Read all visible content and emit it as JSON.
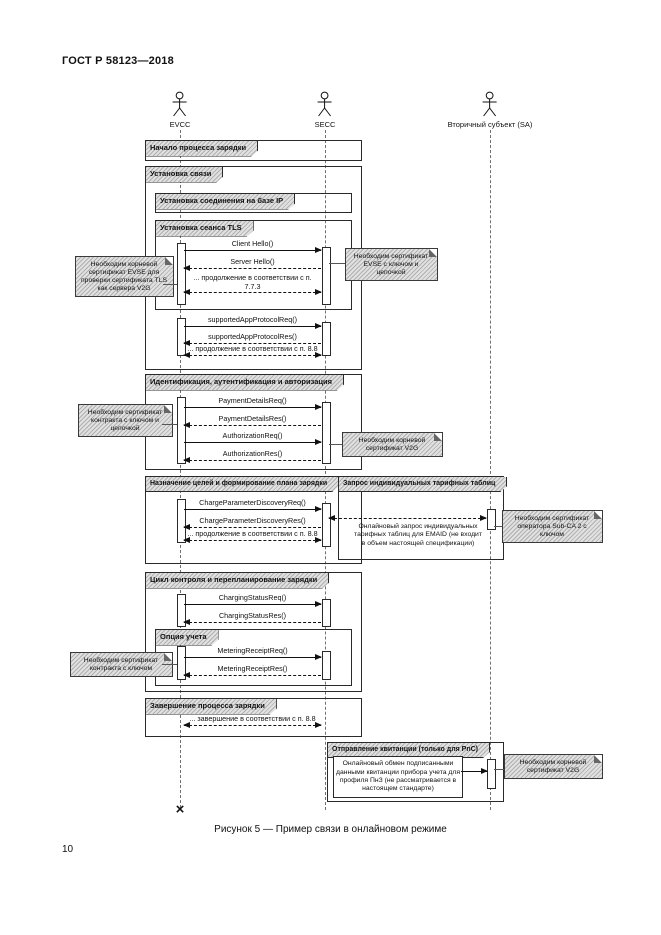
{
  "page": {
    "header": "ГОСТ Р 58123—2018",
    "page_number": "10",
    "caption": "Рисунок 5 — Пример связи в онлайновом режиме"
  },
  "actors": {
    "evcc": "EVCC",
    "secc": "SECC",
    "sa": "Вторичный субъект (SA)"
  },
  "frames": {
    "start": "Начало процесса зарядки",
    "setup": "Установка связи",
    "ip": "Установка соединения на базе IP",
    "tls": "Установка сеанса TLS",
    "auth": "Идентификация, аутентификация и авторизация",
    "target": "Назначение целей и формирование плана зарядки",
    "tariff": "Запрос индивидуальных тарифных таблиц",
    "control": "Цикл контроля и перепланирование зарядки",
    "metering": "Опция учета",
    "finish": "Завершение процесса зарядки",
    "receipt": "Отправление квитанции (только для PnC)"
  },
  "messages": {
    "client_hello": "Client Hello()",
    "server_hello": "Server Hello()",
    "tls_continue": "... продолжение в соответствии с п. 7.7.3",
    "app_req": "supportedAppProtocolReq()",
    "app_res": "supportedAppProtocolRes()",
    "app_continue": "... продолжение в соответствии с п. 8.8",
    "payment_req": "PaymentDetailsReq()",
    "payment_res": "PaymentDetailsRes()",
    "authorization_req": "AuthorizationReq()",
    "authorization_res": "AuthorizationRes()",
    "charge_param_req": "ChargeParameterDiscoveryReq()",
    "charge_param_res": "ChargeParameterDiscoveryRes()",
    "charge_continue": "... продолжение в соответствии с п. 8.8",
    "charging_status_req": "ChargingStatusReq()",
    "charging_status_res": "ChargingStatusRes()",
    "metering_req": "MeteringReceiptReq()",
    "metering_res": "MeteringReceiptRes()",
    "finish_text": "... завершение в соответствии с п. 8.8",
    "tariff_request": "Онлайновый запрос индивидуальных тарифных таблиц для EMAID (не входит в объем настоящей спецификации)",
    "receipt_box": "Онлайновый обмен подписанными данными квитанции прибора учета для профиля ПнЗ (не рассматривается в настоящем стандарте)"
  },
  "notes": {
    "root_evse": "Необходим корневой сертификат EVSE для проверки сертификата TLS как сервера V2G",
    "evse_cert": "Необходим сертификат EVSE с ключом и цепочкой",
    "contract_chain": "Необходим сертификат контракта с ключом и цепочкой",
    "root_v2g_1": "Необходим корневой сертификат V2G",
    "subca": "Необходим сертификат оператора Sub-CA 2 с ключом",
    "contract_key": "Необходим сертификат контракта с ключом",
    "root_v2g_2": "Необходим корневой сертификат V2G"
  },
  "icons": {
    "lifeline_end": "×"
  }
}
